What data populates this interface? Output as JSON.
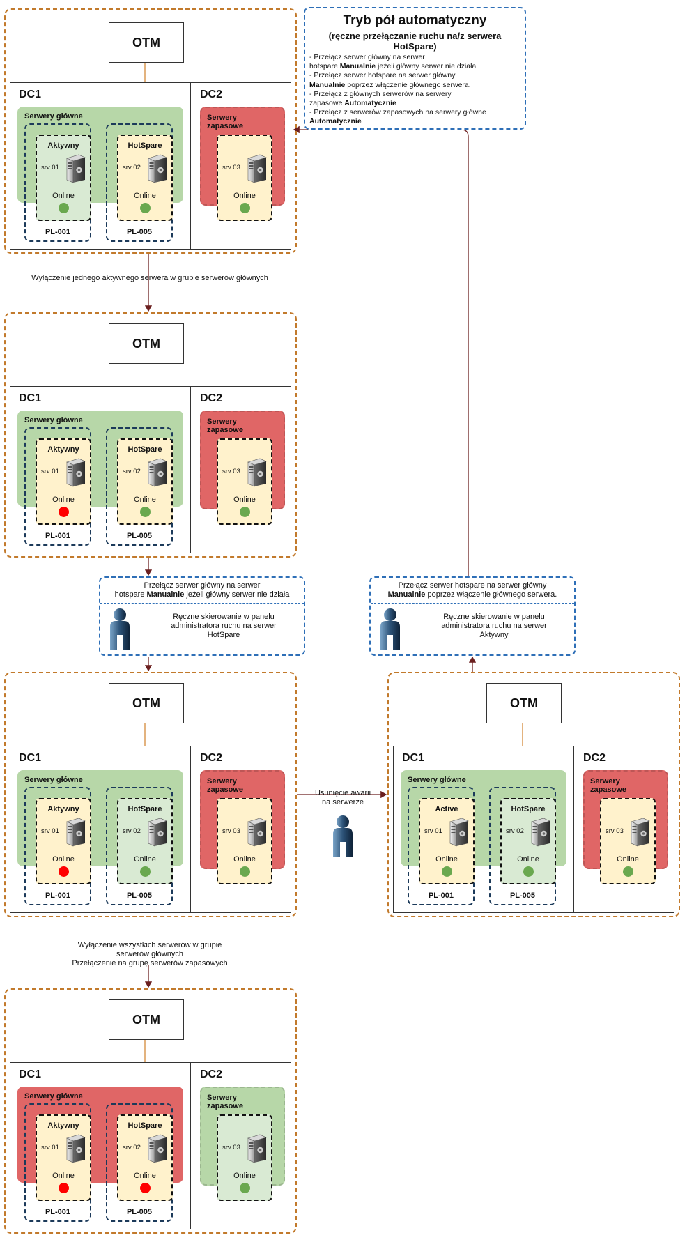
{
  "legend": {
    "title": "Tryb pół automatyczny",
    "subtitle": "(ręczne przełączanie ruchu na/z serwera HotSpare)",
    "lines": [
      [
        "- Przełącz serwer główny na serwer"
      ],
      [
        "hotspare ",
        "b:Manualnie",
        " jeżeli główny serwer nie działa"
      ],
      [
        "- Przełącz serwer hotspare na serwer główny"
      ],
      [
        "b:Manualnie",
        " poprzez włączenie głównego serwera."
      ],
      [
        "-  Przełącz z głównych serwerów na serwery"
      ],
      [
        "zapasowe ",
        "b:Automatycznie"
      ],
      [
        "-  Przełącz z  serwerów zapasowych na serwery główne"
      ],
      [
        "b:Automatycznie"
      ]
    ]
  },
  "labels": {
    "otm": "OTM",
    "dc1": "DC1",
    "dc2": "DC2",
    "main_group": "Serwery główne",
    "backup_group_1": "Serwery",
    "backup_group_2": "zapasowe",
    "srv1": "srv 01",
    "srv2": "srv 02",
    "srv3": "srv 03",
    "pl1": "PL-001",
    "pl5": "PL-005",
    "hotspare": "HotSpare",
    "aktywny": "Aktywny",
    "active": "Active",
    "online": "Online"
  },
  "transitions": {
    "t1": "Wyłączenie jednego aktywnego serwera w grupie serwerów głównych",
    "t2a": "Usunięcie awarii",
    "t2b": "na serwerze",
    "t3a": "Wyłączenie wszystkich serwerów w grupie",
    "t3b": "serwerów głównych",
    "t3c": "Przełączenie na grupę serwerów zapasowych"
  },
  "action_left": {
    "header": [
      [
        "Przełącz serwer główny na serwer"
      ],
      [
        "hotspare ",
        "b:Manualnie",
        " jeżeli główny serwer nie działa"
      ]
    ],
    "body": [
      "Ręczne skierowanie w panelu",
      "administratora ruchu na serwer",
      "HotSpare"
    ]
  },
  "action_right": {
    "header": [
      [
        "Przełącz serwer hotspare na serwer główny"
      ],
      [
        "b:Manualnie",
        " poprzez włączenie głównego serwera."
      ]
    ],
    "body": [
      "Ręczne skierowanie w panelu",
      "administratora ruchu na serwer",
      "Aktywny"
    ]
  },
  "colors": {
    "scenario_border": "#c27a2c",
    "otm_route": "#d48a3a",
    "flow_arrow": "#6b1f1f",
    "group_green": "#b7d7a8",
    "group_red": "#e06666",
    "info_border": "#2e6fb7",
    "server_yellow": "#fff2cc",
    "server_green": "#d9ead3",
    "status_online": "#6aa84f",
    "status_offline": "#ff0000"
  },
  "scenarios": [
    {
      "id": "s1",
      "main_group": "green",
      "backup_group": "red",
      "servers": [
        {
          "role": "aktywny",
          "fill": "green",
          "status": "online"
        },
        {
          "role": "hotspare",
          "fill": "yellow",
          "status": "online"
        },
        {
          "fill": "yellow",
          "status": "online"
        }
      ],
      "route_to": "srv1"
    },
    {
      "id": "s2",
      "main_group": "green",
      "backup_group": "red",
      "servers": [
        {
          "role": "aktywny",
          "fill": "yellow",
          "status": "offline"
        },
        {
          "role": "hotspare",
          "fill": "yellow",
          "status": "online"
        },
        {
          "fill": "yellow",
          "status": "online"
        }
      ],
      "route_to": "none"
    },
    {
      "id": "s3",
      "main_group": "green",
      "backup_group": "red",
      "servers": [
        {
          "role": "aktywny",
          "fill": "yellow",
          "status": "offline"
        },
        {
          "role": "hotspare",
          "fill": "green",
          "status": "online"
        },
        {
          "fill": "yellow",
          "status": "online"
        }
      ],
      "route_to": "srv2"
    },
    {
      "id": "s4",
      "main_group": "green",
      "backup_group": "red",
      "servers": [
        {
          "role": "active",
          "fill": "yellow",
          "status": "online"
        },
        {
          "role": "hotspare",
          "fill": "green",
          "status": "online"
        },
        {
          "fill": "yellow",
          "status": "online"
        }
      ],
      "route_to": "srv2"
    },
    {
      "id": "s5",
      "main_group": "red",
      "backup_group": "green",
      "servers": [
        {
          "role": "aktywny",
          "fill": "yellow",
          "status": "offline"
        },
        {
          "role": "hotspare",
          "fill": "yellow",
          "status": "offline"
        },
        {
          "fill": "green",
          "status": "online"
        }
      ],
      "route_to": "srv3"
    }
  ]
}
